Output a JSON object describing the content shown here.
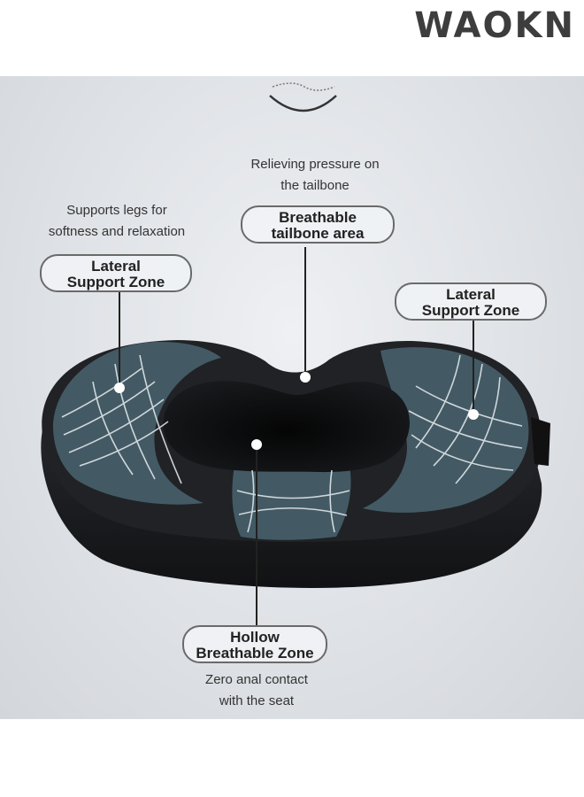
{
  "brand": {
    "name": "WAOKN"
  },
  "callouts": {
    "tailbone": {
      "note_line1": "Relieving pressure on",
      "note_line2": "the tailbone",
      "label_line1": "Breathable",
      "label_line2": "tailbone area"
    },
    "left_lateral": {
      "note_line1": "Supports legs for",
      "note_line2": "softness and relaxation",
      "label_line1": "Lateral",
      "label_line2": "Support Zone"
    },
    "right_lateral": {
      "label_line1": "Lateral",
      "label_line2": "Support Zone"
    },
    "hollow": {
      "label_line1": "Hollow",
      "label_line2": "Breathable Zone",
      "note_line1": "Zero anal contact",
      "note_line2": "with the seat"
    }
  },
  "colors": {
    "cushion": "#1c1e22",
    "support_zone": "#4a6470",
    "background": "#dfe2e6"
  },
  "icons": [
    "wave-curve-icon"
  ]
}
